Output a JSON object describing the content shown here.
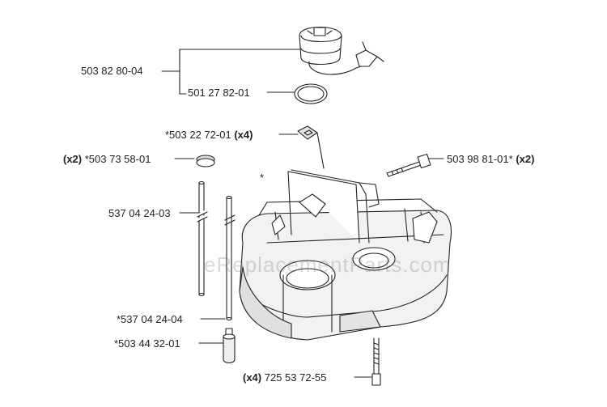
{
  "diagram": {
    "watermark": "eReplacementParts.com",
    "callouts": {
      "fuel_cap_assembly": {
        "part": "503 82 80-04"
      },
      "cap_seal_ring": {
        "part": "501 27 82-01"
      },
      "grommet": {
        "part": "*503 22 72-01",
        "qty": "(x4)"
      },
      "hose_grommet": {
        "qty": "(x2)",
        "part": "*503 73 58-01"
      },
      "bolt": {
        "part": "503 98 81-01*",
        "qty": "(x2)"
      },
      "asterisk_mark": {
        "text": "*"
      },
      "fuel_hose": {
        "part": "537 04 24-03"
      },
      "fuel_hose_2": {
        "part": "*537 04 24-04"
      },
      "fuel_filter": {
        "part": "*503 44 32-01"
      },
      "screw": {
        "qty": "(x4)",
        "part": "725 53 72-55"
      }
    }
  }
}
